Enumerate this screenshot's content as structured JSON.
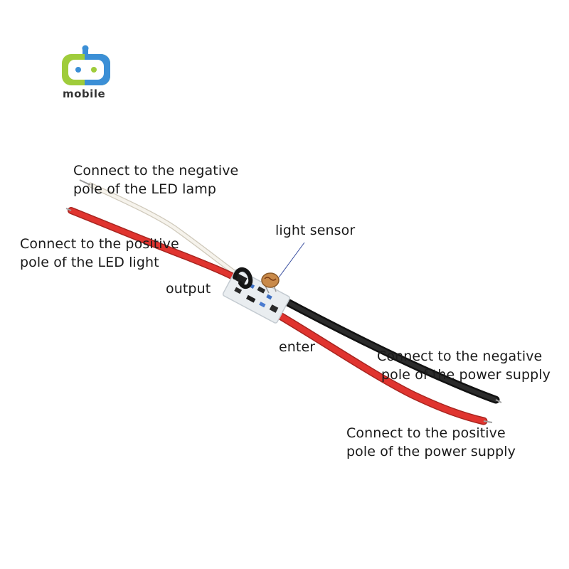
{
  "brand": {
    "name": "mobile",
    "colors": {
      "green": "#9fcc3b",
      "blue": "#3b8fd6",
      "dark": "#333333"
    }
  },
  "labels": {
    "negative_led": [
      "Connect to the negative",
      "pole of the LED lamp"
    ],
    "positive_led": [
      "Connect to the positive",
      "pole of the LED light"
    ],
    "light_sensor": "light sensor",
    "output": "output",
    "enter": "enter",
    "negative_supply": [
      "Connect to the negative",
      "pole of the power supply"
    ],
    "positive_supply": [
      "Connect to the positive",
      "pole of the power supply"
    ]
  },
  "colors": {
    "wire_red": "#e0342f",
    "wire_black": "#1c1c1c",
    "wire_white": "#f2efe6",
    "board": "#eef1f3",
    "pointer": "#3a4fa0"
  }
}
